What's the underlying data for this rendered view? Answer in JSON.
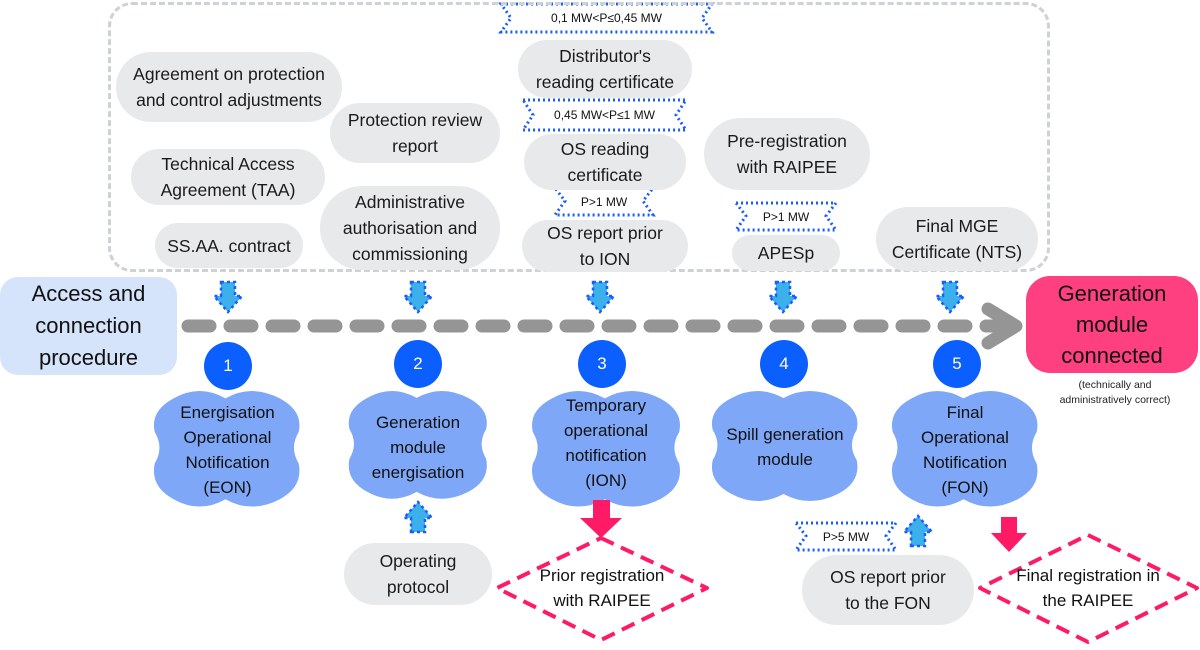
{
  "start_node": {
    "lines": [
      "Access and",
      "connection",
      "procedure"
    ]
  },
  "end_node": {
    "lines": [
      "Generation",
      "module",
      "connected"
    ],
    "note_lines": [
      "(technically and",
      "administratively correct)"
    ]
  },
  "colors": {
    "container_border": "#cfd2d5",
    "pill_fill": "#e8e9eb",
    "cloud_fill": "#7fa7f7",
    "number_fill": "#0b5fff",
    "start_fill": "#d6e4fb",
    "end_fill": "#ff4080",
    "timeline": "#959595",
    "registration_accent": "#ff1a66",
    "tag_border": "#1a5cff",
    "doc_arrow_fill": "#3bb0ea"
  },
  "documents": [
    {
      "id": "agreement-protection",
      "lines": [
        "Agreement on protection",
        "and control adjustments"
      ]
    },
    {
      "id": "technical-access-agreement",
      "lines": [
        "Technical Access",
        "Agreement (TAA)"
      ]
    },
    {
      "id": "ssaa-contract",
      "lines": [
        "SS.AA. contract"
      ]
    },
    {
      "id": "protection-review-report",
      "lines": [
        "Protection review",
        "report"
      ]
    },
    {
      "id": "administrative-authorisation",
      "lines": [
        "Administrative",
        "authorisation and",
        "commissioning"
      ]
    },
    {
      "id": "distributor-reading-certificate",
      "lines": [
        "Distributor's",
        "reading certificate"
      ]
    },
    {
      "id": "os-reading-certificate",
      "lines": [
        "OS reading",
        "certificate"
      ]
    },
    {
      "id": "os-report-prior-ion",
      "lines": [
        "OS report prior",
        "to ION"
      ]
    },
    {
      "id": "pre-registration-raipee",
      "lines": [
        "Pre-registration",
        "with RAIPEE"
      ]
    },
    {
      "id": "apesp",
      "lines": [
        "APESp"
      ]
    },
    {
      "id": "final-mge-certificate",
      "lines": [
        "Final MGE",
        "Certificate (NTS)"
      ]
    },
    {
      "id": "operating-protocol",
      "lines": [
        "Operating",
        "protocol"
      ]
    },
    {
      "id": "os-report-prior-fon",
      "lines": [
        "OS report prior",
        "to the FON"
      ]
    }
  ],
  "power_tags": [
    {
      "id": "tag-distributor",
      "label": "0,1 MW<P≤0,45 MW"
    },
    {
      "id": "tag-os-reading",
      "label": "0,45 MW<P≤1 MW"
    },
    {
      "id": "tag-os-report-ion",
      "label": "P>1 MW"
    },
    {
      "id": "tag-apesp",
      "label": "P>1 MW"
    },
    {
      "id": "tag-os-report-fon",
      "label": "P>5 MW"
    }
  ],
  "steps": [
    {
      "number": "1",
      "lines": [
        "Energisation",
        "Operational",
        "Notification",
        "(EON)"
      ]
    },
    {
      "number": "2",
      "lines": [
        "Generation",
        "module",
        "energisation"
      ]
    },
    {
      "number": "3",
      "lines": [
        "Temporary",
        "operational",
        "notification",
        "(ION)"
      ]
    },
    {
      "number": "4",
      "lines": [
        "Spill generation",
        "module"
      ]
    },
    {
      "number": "5",
      "lines": [
        "Final",
        "Operational",
        "Notification",
        "(FON)"
      ]
    }
  ],
  "registrations": [
    {
      "id": "prior-registration",
      "lines": [
        "Prior registration",
        "with RAIPEE"
      ]
    },
    {
      "id": "final-registration",
      "lines": [
        "Final registration in",
        "the RAIPEE"
      ]
    }
  ]
}
